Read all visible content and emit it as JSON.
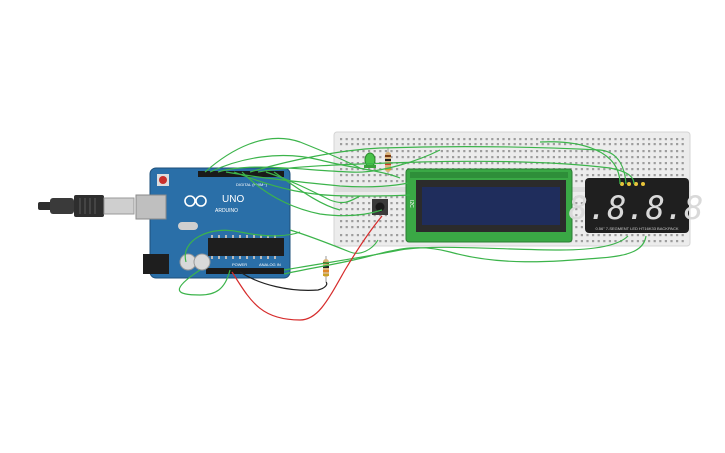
{
  "arduino": {
    "brand_label": "ARDUINO",
    "model_label": "UNO",
    "digital_header_label": "DIGITAL (PWM~)",
    "power_header_label": "POWER",
    "analog_header_label": "ANALOG IN"
  },
  "lcd": {
    "header_label": "I2C"
  },
  "seven_segment": {
    "digits": "8.8.8.8",
    "caption": "0.56\" 7-SEGMENT LED HT16K33 BACKPACK"
  },
  "colors": {
    "wire_green": "#3cb44b",
    "wire_red": "#d62c2c",
    "wire_black": "#222222",
    "breadboard": "#ececec",
    "arduino_board": "#2a6fa8",
    "lcd_pcb": "#3aa845",
    "lcd_screen": "#1f2d5c",
    "seven_seg_body": "#1f1f1f"
  }
}
